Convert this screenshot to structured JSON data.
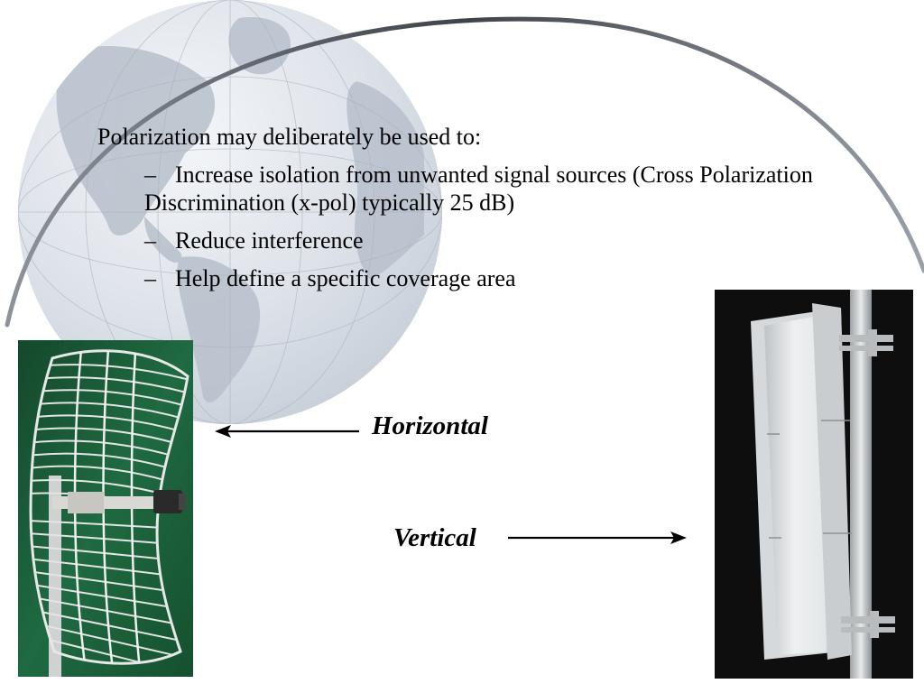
{
  "slide": {
    "heading": "Polarization may deliberately be used to:",
    "bullets": [
      {
        "dash": "–",
        "text": "Increase isolation from unwanted signal sources (Cross Polarization Discrimination (x-pol) typically 25 dB)"
      },
      {
        "dash": "–",
        "text": "Reduce interference"
      },
      {
        "dash": "–",
        "text": "Help define a specific coverage area"
      }
    ],
    "labels": {
      "horizontal": "Horizontal",
      "vertical": "Vertical"
    }
  },
  "images": {
    "left_photo": "grid-parabolic-antenna-icon",
    "right_photo": "panel-antenna-icon",
    "background": "globe-icon"
  },
  "colors": {
    "text": "#000000",
    "arc": "#4a4e58",
    "globe": "#dfe4ea",
    "land": "#b9c2cd",
    "grid_photo_bg": "#1a5a38",
    "panel_photo_bg": "#0e0e0e"
  }
}
